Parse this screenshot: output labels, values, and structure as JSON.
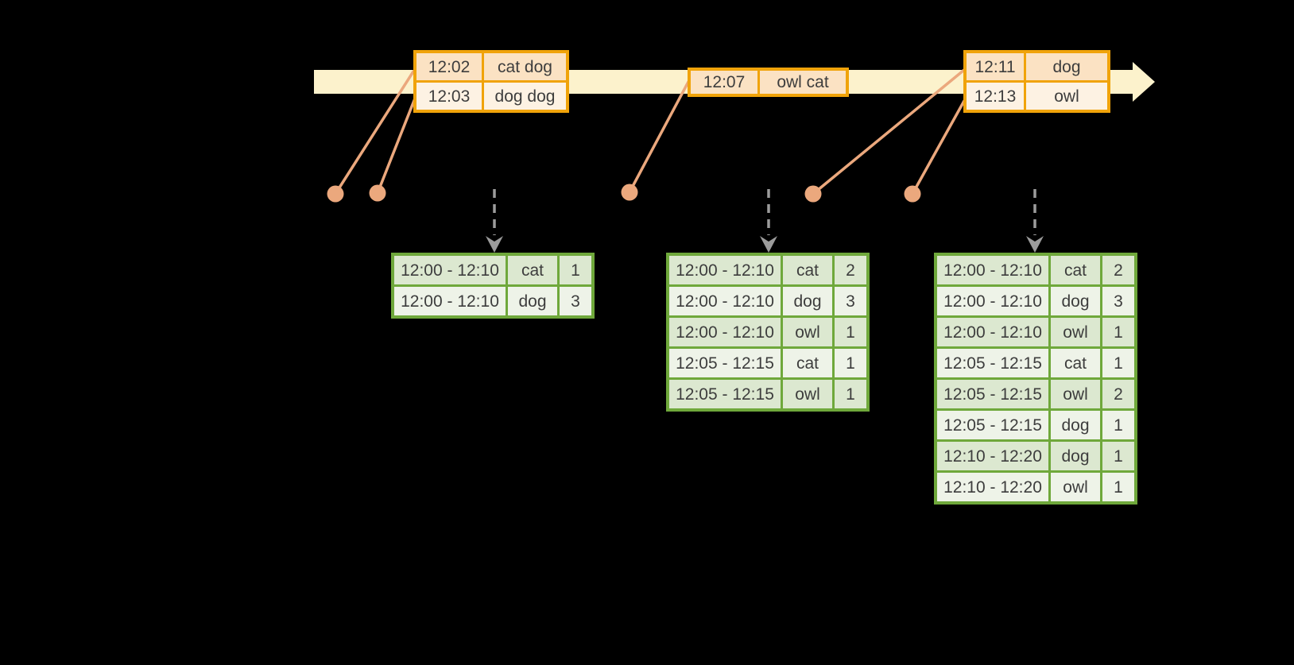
{
  "colors": {
    "background": "#000000",
    "timeline_band": "#fcf2cc",
    "event_table_border": "#f0a30a",
    "event_row_dark": "#fbe2c3",
    "event_row_light": "#fdf2e3",
    "event_dot": "#eba87d",
    "trigger_arrow": "#9c9c9c",
    "result_table_border": "#6fa83b",
    "result_row_dark": "#dce8d0",
    "result_row_light": "#eef3e8",
    "text": "#3d3d3d"
  },
  "timeline": {
    "direction": "right"
  },
  "event_tables": [
    {
      "rows": [
        {
          "time": "12:02",
          "words": "cat dog"
        },
        {
          "time": "12:03",
          "words": "dog dog"
        }
      ]
    },
    {
      "rows": [
        {
          "time": "12:07",
          "words": "owl cat"
        }
      ]
    },
    {
      "rows": [
        {
          "time": "12:11",
          "words": "dog"
        },
        {
          "time": "12:13",
          "words": "owl"
        }
      ]
    }
  ],
  "result_tables": [
    {
      "rows": [
        {
          "window": "12:00 - 12:10",
          "word": "cat",
          "count": "1"
        },
        {
          "window": "12:00 - 12:10",
          "word": "dog",
          "count": "3"
        }
      ]
    },
    {
      "rows": [
        {
          "window": "12:00 - 12:10",
          "word": "cat",
          "count": "2"
        },
        {
          "window": "12:00 - 12:10",
          "word": "dog",
          "count": "3"
        },
        {
          "window": "12:00 - 12:10",
          "word": "owl",
          "count": "1"
        },
        {
          "window": "12:05 - 12:15",
          "word": "cat",
          "count": "1"
        },
        {
          "window": "12:05 - 12:15",
          "word": "owl",
          "count": "1"
        }
      ]
    },
    {
      "rows": [
        {
          "window": "12:00 - 12:10",
          "word": "cat",
          "count": "2"
        },
        {
          "window": "12:00 - 12:10",
          "word": "dog",
          "count": "3"
        },
        {
          "window": "12:00 - 12:10",
          "word": "owl",
          "count": "1"
        },
        {
          "window": "12:05 - 12:15",
          "word": "cat",
          "count": "1"
        },
        {
          "window": "12:05 - 12:15",
          "word": "owl",
          "count": "2"
        },
        {
          "window": "12:05 - 12:15",
          "word": "dog",
          "count": "1"
        },
        {
          "window": "12:10 - 12:20",
          "word": "dog",
          "count": "1"
        },
        {
          "window": "12:10 - 12:20",
          "word": "owl",
          "count": "1"
        }
      ]
    }
  ]
}
